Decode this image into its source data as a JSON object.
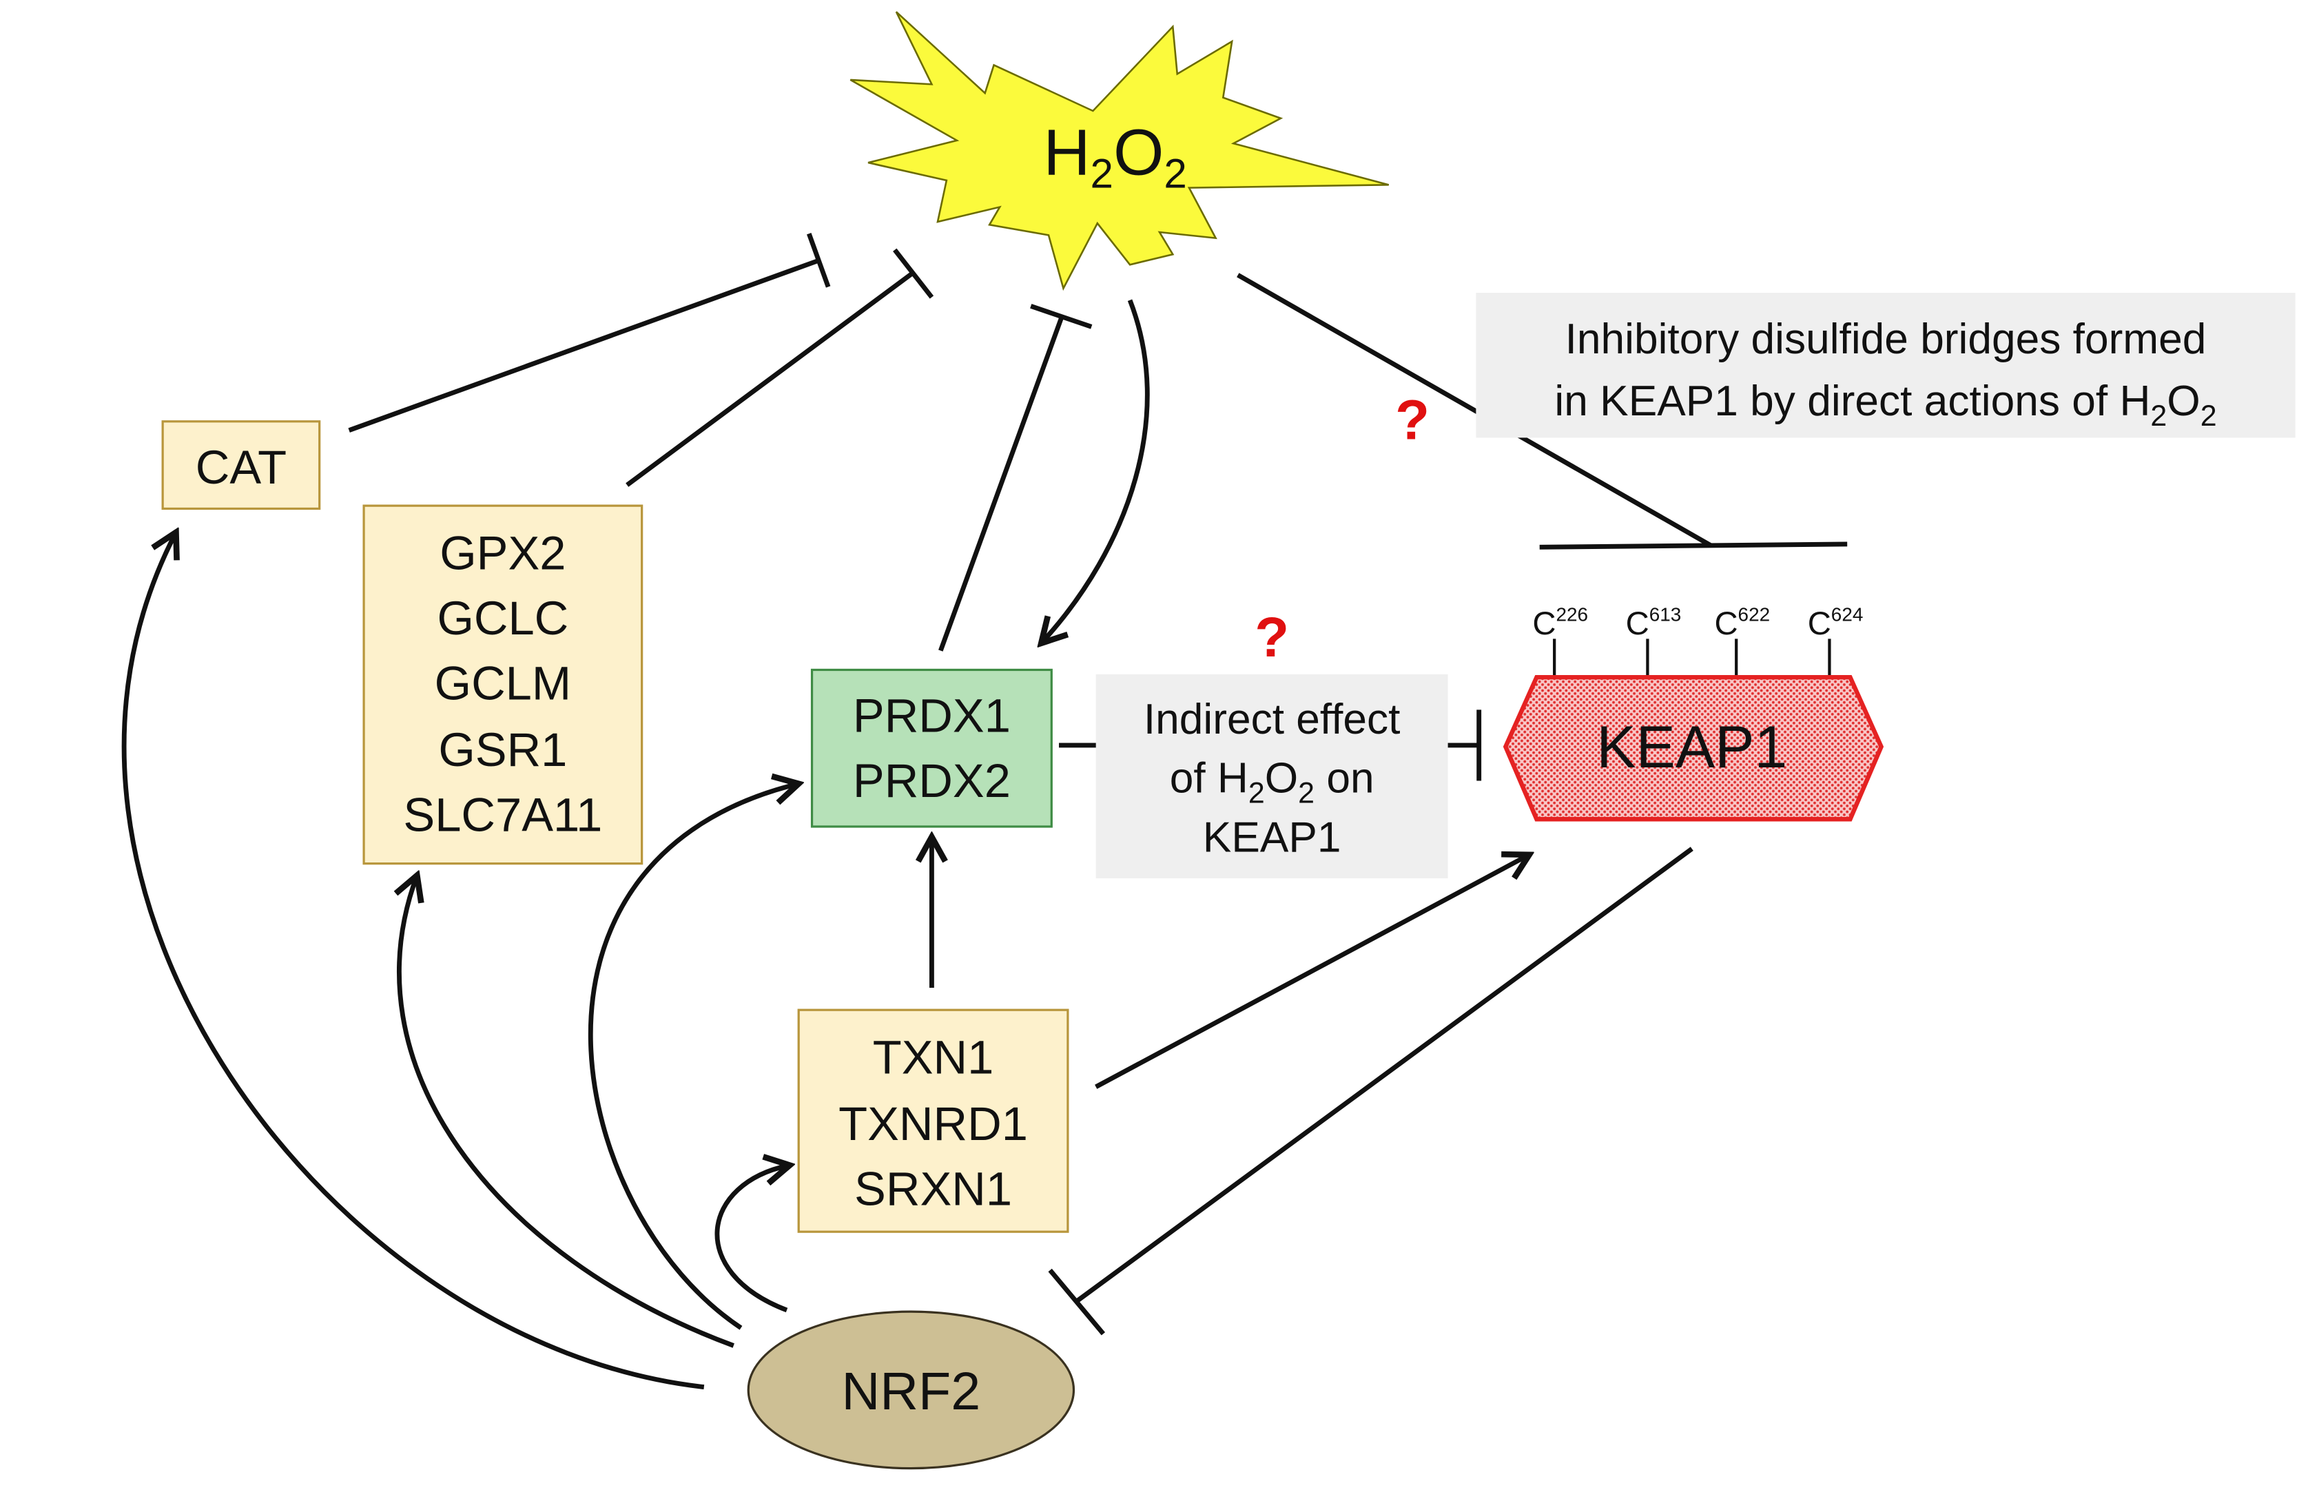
{
  "title": "",
  "stressor": {
    "label": "H",
    "sub1": "2",
    "mid": "O",
    "sub2": "2"
  },
  "nodes": {
    "cat": {
      "lines": [
        "CAT"
      ]
    },
    "gpx": {
      "lines": [
        "GPX2",
        "GCLC",
        "GCLM",
        "GSR1",
        "SLC7A11"
      ]
    },
    "prdx": {
      "lines": [
        "PRDX1",
        "PRDX2"
      ]
    },
    "txn": {
      "lines": [
        "TXN1",
        "TXNRD1",
        "SRXN1"
      ]
    },
    "nrf2": {
      "label": "NRF2"
    },
    "keap1": {
      "label": "KEAP1"
    }
  },
  "cysteines": [
    {
      "letter": "C",
      "num": "226"
    },
    {
      "letter": "C",
      "num": "613"
    },
    {
      "letter": "C",
      "num": "622"
    },
    {
      "letter": "C",
      "num": "624"
    }
  ],
  "notes": {
    "direct": {
      "line1": "Inhibitory disulfide bridges formed",
      "line2_pre": "in KEAP1 by direct actions of H",
      "line2_sub1": "2",
      "line2_mid": "O",
      "line2_sub2": "2"
    },
    "indirect": {
      "line1": "Indirect effect",
      "line2_pre": "of H",
      "line2_sub1": "2",
      "line2_mid": "O",
      "line2_sub2": "2",
      "line2_post": " on",
      "line3": "KEAP1"
    }
  },
  "question_marks": [
    "?",
    "?"
  ],
  "colors": {
    "gene_box_fill": "#fdf1cc",
    "gene_box_stroke": "#b8963c",
    "prdx_fill": "#b6e1b8",
    "prdx_stroke": "#3f8c45",
    "keap1_fill": "#f6b4b4",
    "keap1_stroke": "#e52222",
    "nrf2_fill": "#cdbf94",
    "h2o2_fill": "#fbfa3c",
    "note_fill": "#efefef",
    "question": "#e01010"
  }
}
